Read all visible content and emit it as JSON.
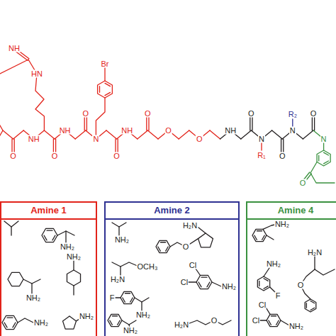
{
  "diagram": {
    "nodes": [
      {
        "text": [
          "Amine 1"
        ]
      },
      {
        "text": [
          "Amine 2"
        ]
      },
      {
        "text": [
          "Amine 4"
        ]
      }
    ],
    "labels": [
      "NH",
      "HN",
      "Br",
      "O",
      "NH",
      "O",
      "NH",
      "O",
      "N",
      "O",
      "NH",
      "O",
      "O",
      "O",
      "NH",
      "O",
      "N",
      "R₁",
      "O",
      "N",
      "R₂",
      "O",
      "N",
      "O",
      "NH₂",
      "NH₂",
      "NH₂",
      "NH₂",
      "NH₂",
      "NH₂",
      "H₂N",
      "O",
      "H₂N",
      "OCH₃",
      "Cl",
      "Cl",
      "NH₂",
      "F",
      "NH₂",
      "NH₂",
      "H₂N",
      "O",
      "NH₂",
      "NH₂",
      "F",
      "O",
      "H₂N",
      "Cl",
      "Cl",
      "NH₂"
    ]
  }
}
